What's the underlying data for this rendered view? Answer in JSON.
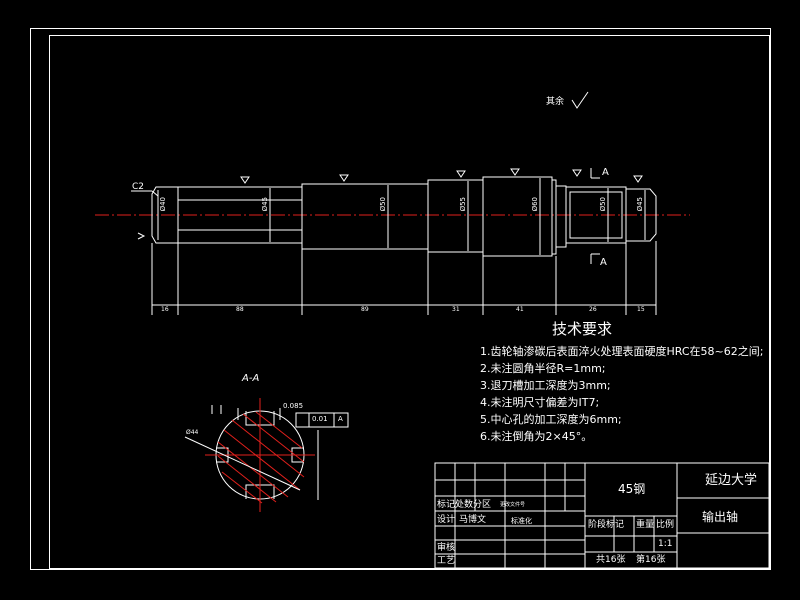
{
  "drawing": {
    "roughness_note": "其余",
    "section_label": "A-A",
    "view_marker": "A",
    "chamfer_note": "C2",
    "section_dim": "Ø44",
    "tolerance": {
      "symmetry": "0.085",
      "parallel": "0.01",
      "datum": "A"
    }
  },
  "dimensions": {
    "lengths": [
      "16",
      "88",
      "89",
      "31",
      "41",
      "26",
      "15"
    ],
    "diameters": [
      "Ø40",
      "Ø45",
      "Ø50",
      "Ø55",
      "Ø60",
      "Ø50",
      "Ø45"
    ]
  },
  "requirements": {
    "heading": "技术要求",
    "items": [
      "1.齿轮轴渗碳后表面淬火处理表面硬度HRC在58~62之间;",
      "2.未注圆角半径R=1mm;",
      "3.退刀槽加工深度为3mm;",
      "4.未注明尺寸偏差为IT7;",
      "5.中心孔的加工深度为6mm;",
      "6.未注倒角为2×45°。"
    ]
  },
  "title_block": {
    "material": "45钢",
    "school": "延边大学",
    "part_name": "输出轴",
    "row_markings": "标记处数分区",
    "row_markings_small": "更改文件号",
    "design_label": "设计",
    "designer": "马博文",
    "standardize": "标准化",
    "stage_mark": "阶段标记",
    "weight": "重量",
    "scale_label": "比例",
    "scale": "1:1",
    "review": "审核",
    "process": "工艺",
    "sheets": "共16张",
    "sheet_no": "第16张"
  }
}
